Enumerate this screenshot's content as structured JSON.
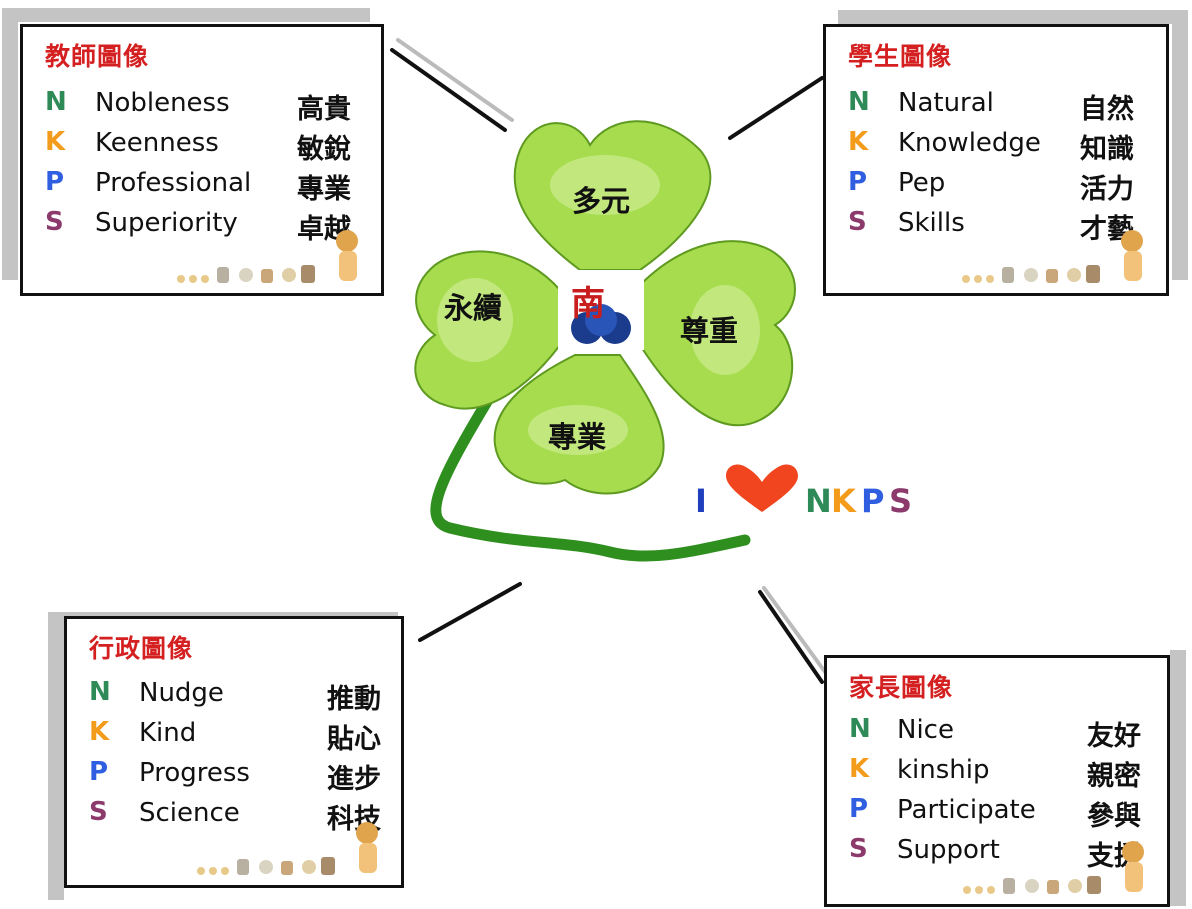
{
  "center": {
    "petals": {
      "top": "多元",
      "right": "尊重",
      "bottom": "專業",
      "left": "永續"
    },
    "logo_char": "南",
    "motto": {
      "i": "I",
      "letters": [
        "N",
        "K",
        "P",
        "S"
      ]
    }
  },
  "colors": {
    "N": "#2e8b57",
    "K": "#f39b1a",
    "P": "#2f5fe0",
    "S": "#8b3a6b",
    "title": "#d42020",
    "leaf": "#a6dc4e",
    "stem": "#2f8f1e",
    "heart": "#f0451e"
  },
  "cards": [
    {
      "id": "teacher",
      "title": "教師圖像",
      "rows": [
        {
          "letter": "N",
          "word": "Nobleness",
          "zh": "高貴"
        },
        {
          "letter": "K",
          "word": "Keenness",
          "zh": "敏銳"
        },
        {
          "letter": "P",
          "word": "Professional",
          "zh": "專業"
        },
        {
          "letter": "S",
          "word": "Superiority",
          "zh": "卓越"
        }
      ]
    },
    {
      "id": "student",
      "title": "學生圖像",
      "rows": [
        {
          "letter": "N",
          "word": "Natural",
          "zh": "自然"
        },
        {
          "letter": "K",
          "word": "Knowledge",
          "zh": "知識"
        },
        {
          "letter": "P",
          "word": "Pep",
          "zh": "活力"
        },
        {
          "letter": "S",
          "word": "Skills",
          "zh": "才藝"
        }
      ]
    },
    {
      "id": "admin",
      "title": "行政圖像",
      "rows": [
        {
          "letter": "N",
          "word": "Nudge",
          "zh": "推動"
        },
        {
          "letter": "K",
          "word": "Kind",
          "zh": "貼心"
        },
        {
          "letter": "P",
          "word": "Progress",
          "zh": "進步"
        },
        {
          "letter": "S",
          "word": "Science",
          "zh": "科技"
        }
      ]
    },
    {
      "id": "parent",
      "title": "家長圖像",
      "rows": [
        {
          "letter": "N",
          "word": "Nice",
          "zh": "友好"
        },
        {
          "letter": "K",
          "word": "kinship",
          "zh": "親密"
        },
        {
          "letter": "P",
          "word": "Participate",
          "zh": "參與"
        },
        {
          "letter": "S",
          "word": "Support",
          "zh": "支援"
        }
      ]
    }
  ]
}
